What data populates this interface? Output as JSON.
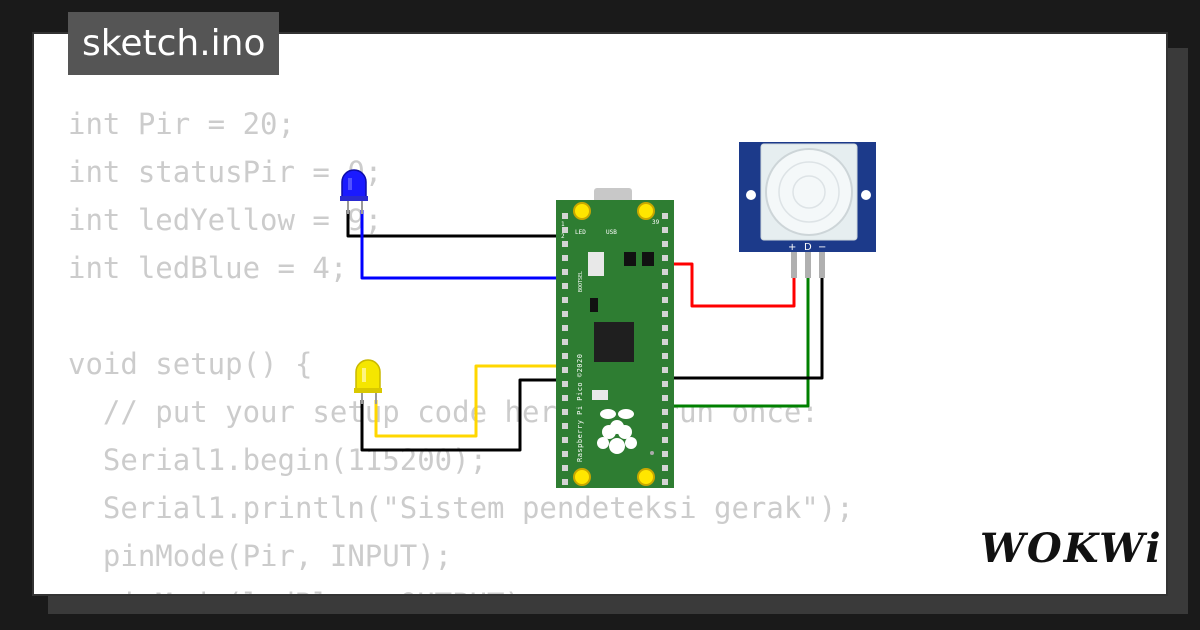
{
  "file_tab": {
    "label": "sketch.ino"
  },
  "code_lines": [
    "int Pir = 20;",
    "int statusPir = 0;",
    "int ledYellow = 9;",
    "int ledBlue = 4;",
    "",
    "void setup() {",
    "  // put your setup code here, to run once:",
    "  Serial1.begin(115200);",
    "  Serial1.println(\"Sistem pendeteksi gerak\");",
    "  pinMode(Pir, INPUT);",
    "  pinMode(ledBlue, OUTPUT);"
  ],
  "board": {
    "name": "Raspberry Pi Pico ©2020",
    "labels": {
      "led": "LED",
      "usb": "USB",
      "bootsel": "BOOTSEL",
      "pin1": "1",
      "pin2": "2",
      "pin39": "39"
    }
  },
  "pir_sensor": {
    "pin_labels": [
      "+",
      "D",
      "−"
    ]
  },
  "brand": {
    "logo": "WOKWi"
  },
  "colors": {
    "background": "#1a1a1a",
    "card": "#ffffff",
    "tab": "#555555",
    "code_text": "#cccccc",
    "pico_board": "#2e7d32",
    "pir_board": "#1c3a8a",
    "led_blue": "#1a1aff",
    "led_yellow": "#f5e600",
    "wire_black": "#000000",
    "wire_blue": "#0000ff",
    "wire_red": "#ff0000",
    "wire_green": "#008000",
    "wire_yellow": "#ffd700"
  }
}
